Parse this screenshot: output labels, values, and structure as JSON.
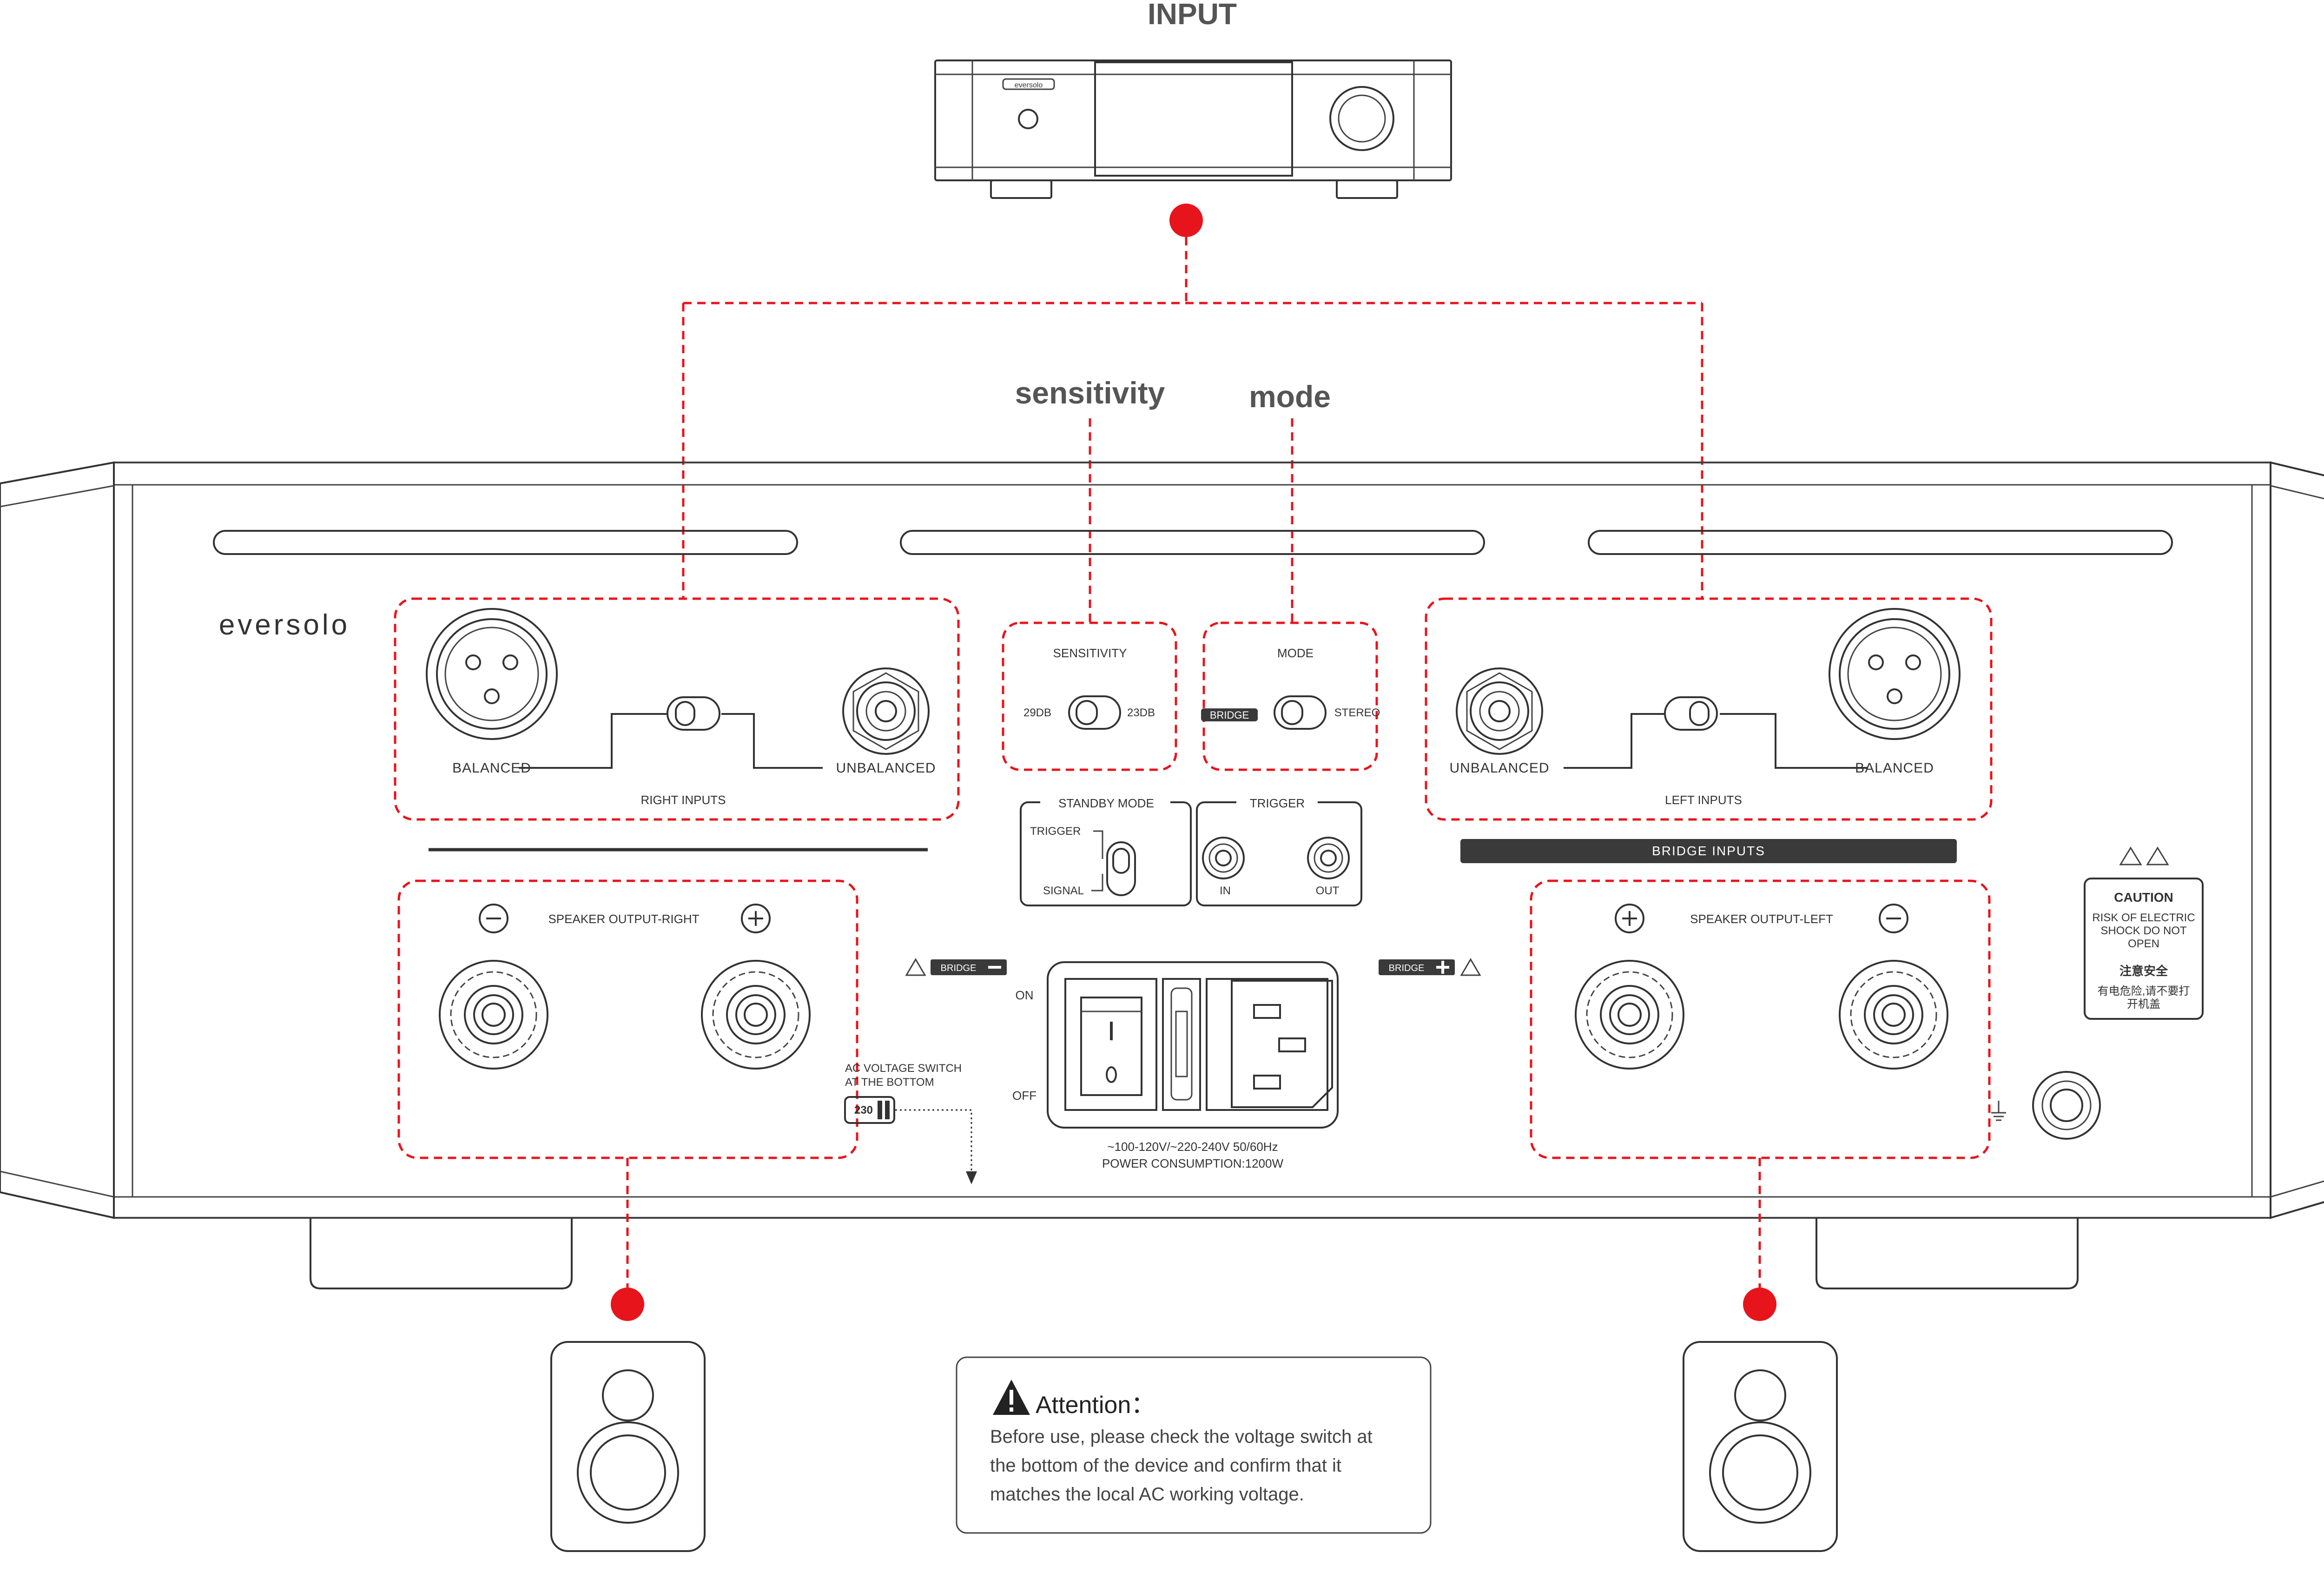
{
  "labels": {
    "input": "INPUT",
    "sensitivity_heading": "sensitivity",
    "mode_heading": "mode",
    "brand": "eversolo"
  },
  "right_inputs": {
    "balanced": "BALANCED",
    "unbalanced": "UNBALANCED",
    "group": "RIGHT INPUTS"
  },
  "left_inputs": {
    "balanced": "BALANCED",
    "unbalanced": "UNBALANCED",
    "group": "LEFT INPUTS",
    "bridge_inputs": "BRIDGE INPUTS"
  },
  "sensitivity": {
    "title": "SENSITIVITY",
    "left": "29DB",
    "right": "23DB"
  },
  "mode": {
    "title": "MODE",
    "left": "BRIDGE",
    "right": "STEREO"
  },
  "standby": {
    "title": "STANDBY MODE",
    "top": "TRIGGER",
    "bottom": "SIGNAL"
  },
  "trigger": {
    "title": "TRIGGER",
    "in": "IN",
    "out": "OUT"
  },
  "speaker_right": {
    "title": "SPEAKER OUTPUT-RIGHT"
  },
  "speaker_left": {
    "title": "SPEAKER OUTPUT-LEFT"
  },
  "bridge_minus": "BRIDGE",
  "bridge_plus": "BRIDGE",
  "ac_switch": {
    "line1": "AC VOLTAGE SWITCH",
    "line2": "AT THE BOTTOM",
    "value": "230"
  },
  "power": {
    "on": "ON",
    "off": "OFF",
    "voltage": "~100-120V/~220-240V  50/60Hz",
    "consumption": "POWER CONSUMPTION:1200W"
  },
  "caution": {
    "title": "CAUTION",
    "line1": "RISK OF ELECTRIC",
    "line2": "SHOCK DO NOT",
    "line3": "OPEN",
    "cn_title": "注意安全",
    "cn_line1": "有电危险,请不要打",
    "cn_line2": "开机盖"
  },
  "attention": {
    "title": "Attention：",
    "line1": "Before use, please check the voltage switch at",
    "line2": "the bottom of the device and confirm that it",
    "line3": "matches the local AC working voltage."
  },
  "colors": {
    "accent": "#e8141b",
    "line": "#333333",
    "bridge_bar": "#3a3a3a"
  },
  "icons": {
    "warning": "warning-triangle-icon",
    "ground": "ground-icon",
    "speaker": "speaker-icon",
    "player": "streamer-device-icon"
  }
}
